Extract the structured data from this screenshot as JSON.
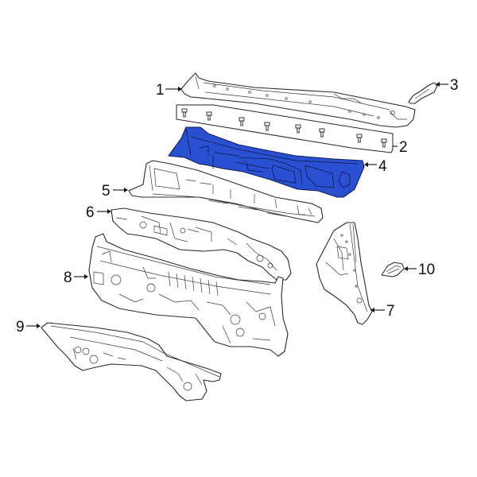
{
  "diagram": {
    "type": "exploded-parts-diagram",
    "highlight_color": "#2a4fd0",
    "line_color": "#2a2a2a",
    "background": "#ffffff",
    "highlighted_part": "4",
    "callouts": [
      {
        "id": "1",
        "label": "1"
      },
      {
        "id": "2",
        "label": "2"
      },
      {
        "id": "3",
        "label": "3"
      },
      {
        "id": "4",
        "label": "4"
      },
      {
        "id": "5",
        "label": "5"
      },
      {
        "id": "6",
        "label": "6"
      },
      {
        "id": "7",
        "label": "7"
      },
      {
        "id": "8",
        "label": "8"
      },
      {
        "id": "9",
        "label": "9"
      },
      {
        "id": "10",
        "label": "10"
      }
    ],
    "bolt_count": 8
  }
}
